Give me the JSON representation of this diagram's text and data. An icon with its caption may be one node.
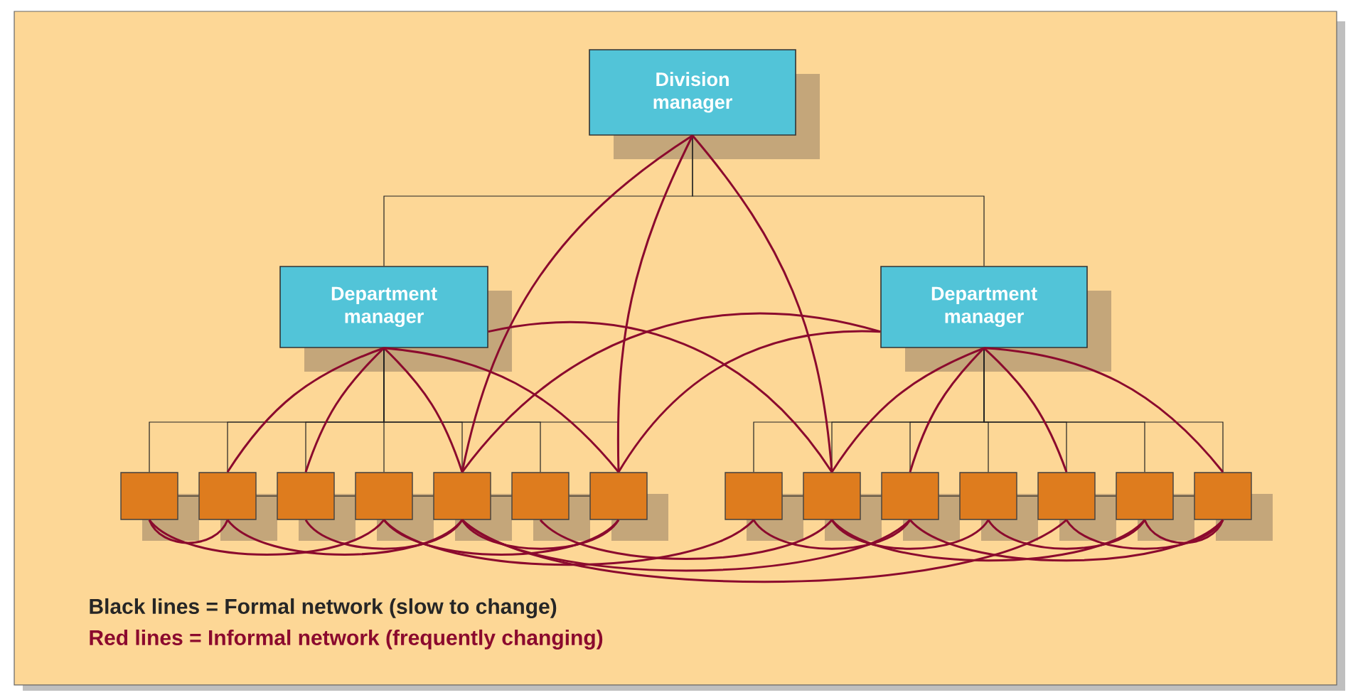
{
  "diagram": {
    "nodes": [
      {
        "text": [
          "Division manager"
        ]
      },
      {
        "text": [
          "Department manager"
        ]
      },
      {
        "text": [
          "Department manager"
        ]
      },
      {
        "text": [],
        "shape": "box"
      },
      {
        "text": [],
        "shape": "box"
      },
      {
        "text": [],
        "shape": "box"
      },
      {
        "text": [],
        "shape": "box"
      },
      {
        "text": [],
        "shape": "box"
      },
      {
        "text": [],
        "shape": "box"
      },
      {
        "text": [],
        "shape": "box"
      },
      {
        "text": [],
        "shape": "box"
      },
      {
        "text": [],
        "shape": "box"
      },
      {
        "text": [],
        "shape": "box"
      },
      {
        "text": [],
        "shape": "box"
      },
      {
        "text": [],
        "shape": "box"
      },
      {
        "text": [],
        "shape": "box"
      },
      {
        "text": [],
        "shape": "box"
      }
    ],
    "edges": [
      {
        "from": 0,
        "to": 1,
        "arrow": "none",
        "color": "#222222"
      },
      {
        "from": 0,
        "to": 2,
        "arrow": "none",
        "color": "#222222"
      },
      {
        "from": 1,
        "to": 3,
        "arrow": "none",
        "color": "#222222"
      },
      {
        "from": 1,
        "to": 4,
        "arrow": "none",
        "color": "#222222"
      },
      {
        "from": 1,
        "to": 5,
        "arrow": "none",
        "color": "#222222"
      },
      {
        "from": 1,
        "to": 6,
        "arrow": "none",
        "color": "#222222"
      },
      {
        "from": 1,
        "to": 7,
        "arrow": "none",
        "color": "#222222"
      },
      {
        "from": 1,
        "to": 8,
        "arrow": "none",
        "color": "#222222"
      },
      {
        "from": 1,
        "to": 9,
        "arrow": "none",
        "color": "#222222"
      },
      {
        "from": 2,
        "to": 10,
        "arrow": "none",
        "color": "#222222"
      },
      {
        "from": 2,
        "to": 11,
        "arrow": "none",
        "color": "#222222"
      },
      {
        "from": 2,
        "to": 12,
        "arrow": "none",
        "color": "#222222"
      },
      {
        "from": 2,
        "to": 13,
        "arrow": "none",
        "color": "#222222"
      },
      {
        "from": 2,
        "to": 14,
        "arrow": "none",
        "color": "#222222"
      },
      {
        "from": 2,
        "to": 15,
        "arrow": "none",
        "color": "#222222"
      },
      {
        "from": 2,
        "to": 16,
        "arrow": "none",
        "color": "#222222"
      },
      {
        "from": 3,
        "to": 4,
        "arrow": "none",
        "color": "#222222"
      },
      {
        "from": 4,
        "to": 5,
        "arrow": "none",
        "color": "#222222"
      },
      {
        "from": 5,
        "to": 6,
        "arrow": "none",
        "color": "#222222"
      },
      {
        "from": 6,
        "to": 7,
        "arrow": "none",
        "color": "#222222"
      },
      {
        "from": 7,
        "to": 8,
        "arrow": "none",
        "color": "#222222"
      },
      {
        "from": 8,
        "to": 9,
        "arrow": "none",
        "color": "#222222"
      },
      {
        "from": 10,
        "to": 11,
        "arrow": "none",
        "color": "#222222"
      },
      {
        "from": 11,
        "to": 12,
        "arrow": "none",
        "color": "#222222"
      },
      {
        "from": 12,
        "to": 13,
        "arrow": "none",
        "color": "#222222"
      },
      {
        "from": 13,
        "to": 14,
        "arrow": "none",
        "color": "#222222"
      },
      {
        "from": 14,
        "to": 15,
        "arrow": "none",
        "color": "#222222"
      },
      {
        "from": 15,
        "to": 16,
        "arrow": "none",
        "color": "#222222"
      },
      {
        "from": 0,
        "to": 7,
        "arrow": "none",
        "color": "#8b0a2e"
      },
      {
        "from": 0,
        "to": 9,
        "arrow": "none",
        "color": "#8b0a2e"
      },
      {
        "from": 0,
        "to": 11,
        "arrow": "none",
        "color": "#8b0a2e"
      },
      {
        "from": 1,
        "to": 4,
        "arrow": "none",
        "color": "#8b0a2e"
      },
      {
        "from": 1,
        "to": 5,
        "arrow": "none",
        "color": "#8b0a2e"
      },
      {
        "from": 1,
        "to": 7,
        "arrow": "none",
        "color": "#8b0a2e"
      },
      {
        "from": 1,
        "to": 9,
        "arrow": "none",
        "color": "#8b0a2e"
      },
      {
        "from": 1,
        "to": 11,
        "arrow": "none",
        "color": "#8b0a2e"
      },
      {
        "from": 2,
        "to": 7,
        "arrow": "none",
        "color": "#8b0a2e"
      },
      {
        "from": 2,
        "to": 9,
        "arrow": "none",
        "color": "#8b0a2e"
      },
      {
        "from": 2,
        "to": 11,
        "arrow": "none",
        "color": "#8b0a2e"
      },
      {
        "from": 2,
        "to": 12,
        "arrow": "none",
        "color": "#8b0a2e"
      },
      {
        "from": 2,
        "to": 14,
        "arrow": "none",
        "color": "#8b0a2e"
      },
      {
        "from": 2,
        "to": 16,
        "arrow": "none",
        "color": "#8b0a2e"
      },
      {
        "from": 3,
        "to": 4,
        "arrow": "none",
        "color": "#8b0a2e"
      },
      {
        "from": 3,
        "to": 6,
        "arrow": "none",
        "color": "#8b0a2e"
      },
      {
        "from": 4,
        "to": 7,
        "arrow": "none",
        "color": "#8b0a2e"
      },
      {
        "from": 5,
        "to": 7,
        "arrow": "none",
        "color": "#8b0a2e"
      },
      {
        "from": 6,
        "to": 9,
        "arrow": "none",
        "color": "#8b0a2e"
      },
      {
        "from": 7,
        "to": 9,
        "arrow": "none",
        "color": "#8b0a2e"
      },
      {
        "from": 7,
        "to": 12,
        "arrow": "none",
        "color": "#8b0a2e"
      },
      {
        "from": 7,
        "to": 14,
        "arrow": "none",
        "color": "#8b0a2e"
      },
      {
        "from": 8,
        "to": 11,
        "arrow": "none",
        "color": "#8b0a2e"
      },
      {
        "from": 6,
        "to": 10,
        "arrow": "none",
        "color": "#8b0a2e"
      },
      {
        "from": 10,
        "to": 12,
        "arrow": "none",
        "color": "#8b0a2e"
      },
      {
        "from": 11,
        "to": 13,
        "arrow": "none",
        "color": "#8b0a2e"
      },
      {
        "from": 11,
        "to": 15,
        "arrow": "none",
        "color": "#8b0a2e"
      },
      {
        "from": 12,
        "to": 16,
        "arrow": "none",
        "color": "#8b0a2e"
      },
      {
        "from": 13,
        "to": 15,
        "arrow": "none",
        "color": "#8b0a2e"
      },
      {
        "from": 14,
        "to": 16,
        "arrow": "none",
        "color": "#8b0a2e"
      },
      {
        "from": 15,
        "to": 16,
        "arrow": "none",
        "color": "#8b0a2e"
      }
    ],
    "labels": [
      "Black lines = Formal network (slow to change)",
      "Red lines = Informal network (frequently changing)"
    ]
  }
}
